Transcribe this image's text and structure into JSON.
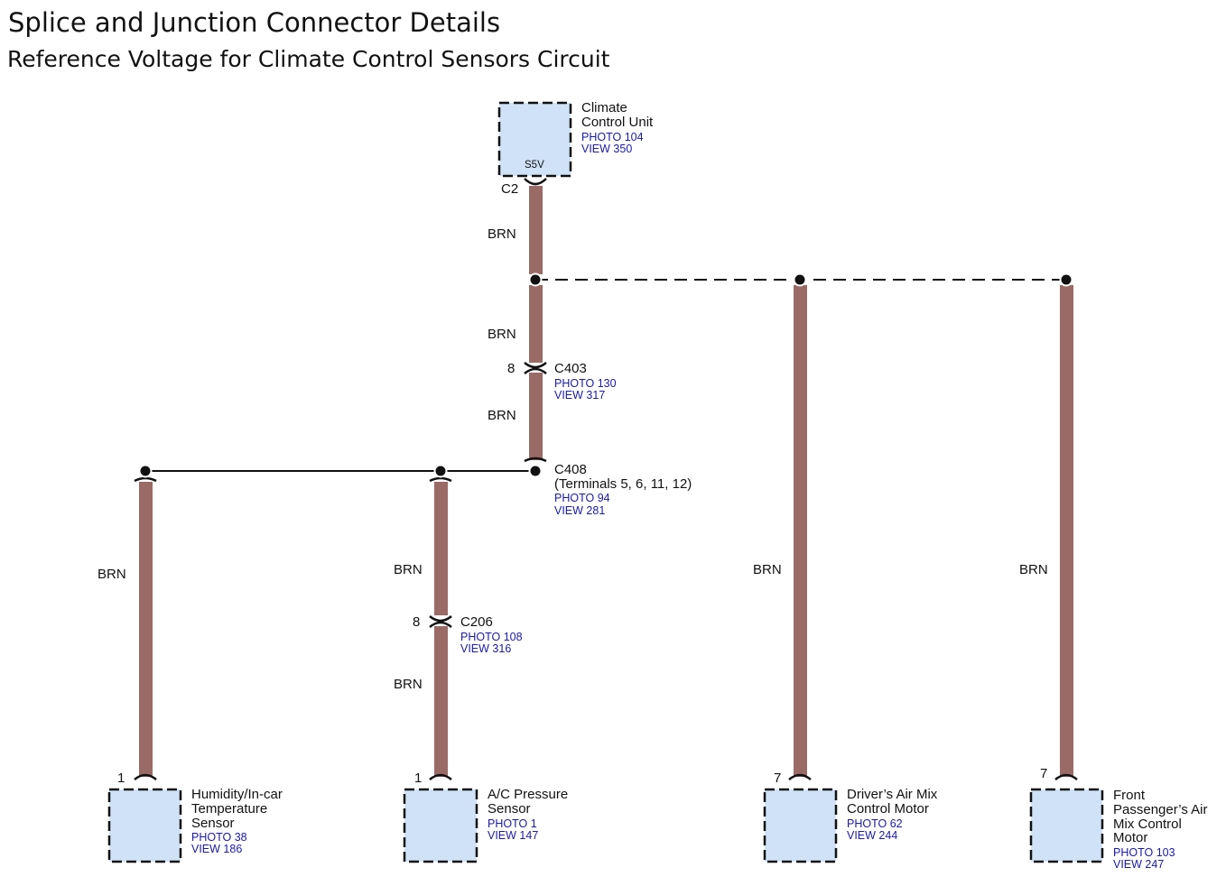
{
  "title": "Splice and Junction Connector Details",
  "subtitle": "Reference Voltage for Climate Control Sensors Circuit",
  "colors": {
    "wire": "#9a6a66",
    "component_fill": "#cfe2f7",
    "reference_text": "#1a1aa6"
  },
  "components": {
    "climate_control_unit": {
      "name1": "Climate",
      "name2": "Control Unit",
      "photo": "PHOTO 104",
      "view": "VIEW 350",
      "pin_label": "S5V",
      "connector": "C2"
    },
    "humidity_sensor": {
      "name1": "Humidity/In-car",
      "name2": "Temperature",
      "name3": "Sensor",
      "photo": "PHOTO 38",
      "view": "VIEW 186",
      "pin": "1"
    },
    "ac_pressure_sensor": {
      "name1": "A/C Pressure",
      "name2": "Sensor",
      "photo": "PHOTO 1",
      "view": "VIEW 147",
      "pin": "1"
    },
    "drivers_air_mix": {
      "name1": "Driver’s Air Mix",
      "name2": "Control Motor",
      "photo": "PHOTO 62",
      "view": "VIEW 244",
      "pin": "7"
    },
    "front_passenger_air_mix": {
      "name1": "Front",
      "name2": "Passenger’s Air",
      "name3": "Mix Control",
      "name4": "Motor",
      "photo": "PHOTO 103",
      "view": "VIEW 247",
      "pin": "7"
    }
  },
  "connectors": {
    "c403": {
      "name": "C403",
      "pin": "8",
      "photo": "PHOTO 130",
      "view": "VIEW 317"
    },
    "c408": {
      "name": "C408",
      "terminals": "(Terminals 5, 6, 11, 12)",
      "photo": "PHOTO 94",
      "view": "VIEW 281"
    },
    "c206": {
      "name": "C206",
      "pin": "8",
      "photo": "PHOTO 108",
      "view": "VIEW 316"
    }
  },
  "wires": {
    "ccu_to_splice": "BRN",
    "splice_to_c403": "BRN",
    "c403_to_c408": "BRN",
    "humidity": "BRN",
    "ac_upper": "BRN",
    "ac_lower": "BRN",
    "drivers": "BRN",
    "passenger": "BRN"
  }
}
